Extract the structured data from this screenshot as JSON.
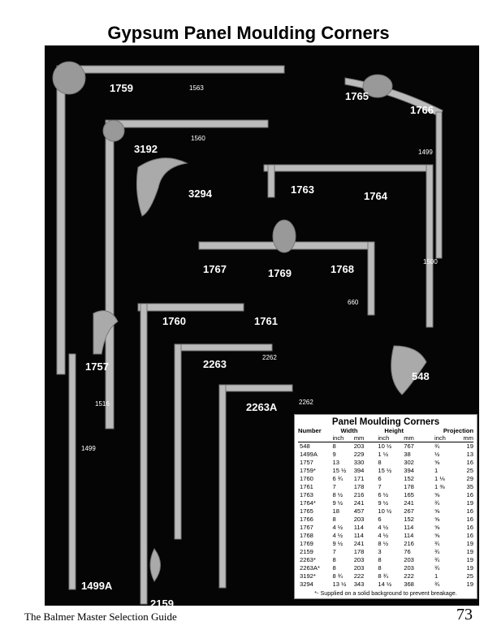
{
  "title": "Gypsum Panel Moulding Corners",
  "labels": {
    "l1759": "1759",
    "l1563": "1563",
    "l1765": "1765",
    "l1766": "1766",
    "l3192": "3192",
    "l1560": "1560",
    "l1499a": "1499",
    "l3294": "3294",
    "l1763": "1763",
    "l1764": "1764",
    "l1767": "1767",
    "l1769": "1769",
    "l1768": "1768",
    "l1500": "1500",
    "l660": "660",
    "l1760": "1760",
    "l1761": "1761",
    "l1757": "1757",
    "l2263": "2263",
    "l2262a": "2262",
    "l548": "548",
    "l1516": "1516",
    "l2262b": "2262",
    "l2263A": "2263A",
    "l1499b": "1499",
    "l1499A": "1499A",
    "l2159": "2159"
  },
  "table": {
    "title": "Panel Moulding Corners",
    "headers": {
      "number": "Number",
      "width": "Width",
      "height": "Height",
      "projection": "Projection",
      "inch": "inch",
      "mm": "mm"
    },
    "rows": [
      [
        "548",
        "8",
        "203",
        "10 ½",
        "767",
        "¾",
        "19"
      ],
      [
        "1499A",
        "9",
        "229",
        "1 ½",
        "38",
        "½",
        "13"
      ],
      [
        "1757",
        "13",
        "330",
        "8",
        "302",
        "⅝",
        "16"
      ],
      [
        "1759*",
        "15 ½",
        "394",
        "15 ½",
        "394",
        "1",
        "25"
      ],
      [
        "1760",
        "6 ¾",
        "171",
        "6",
        "152",
        "1 ⅛",
        "29"
      ],
      [
        "1761",
        "7",
        "178",
        "7",
        "178",
        "1 ⅜",
        "35"
      ],
      [
        "1763",
        "8 ½",
        "216",
        "6 ½",
        "165",
        "⅝",
        "16"
      ],
      [
        "1764*",
        "9 ½",
        "241",
        "9 ½",
        "241",
        "¾",
        "19"
      ],
      [
        "1765",
        "18",
        "457",
        "10 ½",
        "267",
        "⅝",
        "16"
      ],
      [
        "1766",
        "8",
        "203",
        "6",
        "152",
        "⅝",
        "16"
      ],
      [
        "1767",
        "4 ½",
        "114",
        "4 ½",
        "114",
        "⅝",
        "16"
      ],
      [
        "1768",
        "4 ½",
        "114",
        "4 ½",
        "114",
        "⅝",
        "16"
      ],
      [
        "1769",
        "9 ½",
        "241",
        "8 ½",
        "216",
        "¾",
        "19"
      ],
      [
        "2159",
        "7",
        "178",
        "3",
        "76",
        "¾",
        "19"
      ],
      [
        "2263*",
        "8",
        "203",
        "8",
        "203",
        "¾",
        "19"
      ],
      [
        "2263A*",
        "8",
        "203",
        "8",
        "203",
        "¾",
        "19"
      ],
      [
        "3192*",
        "8 ¾",
        "222",
        "8 ¾",
        "222",
        "1",
        "25"
      ],
      [
        "3294",
        "13 ½",
        "343",
        "14 ½",
        "368",
        "¾",
        "19"
      ]
    ],
    "note": "*- Supplied on a solid background to prevent breakage."
  },
  "footer": {
    "guide": "The Balmer Master Selection Guide",
    "page": "73"
  }
}
